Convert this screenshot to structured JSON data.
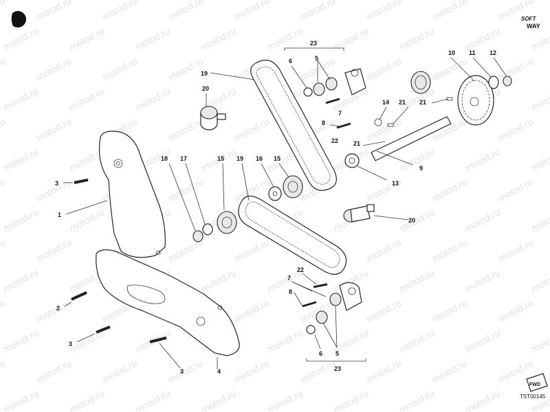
{
  "brand": {
    "line1": "SOFT",
    "line2": "WAY"
  },
  "watermark": "motod.ru",
  "drawing_code": "TST00145",
  "fwd_label": "FWD",
  "part_labels": [
    {
      "id": "p23t",
      "text": "23"
    },
    {
      "id": "p6t",
      "text": "6"
    },
    {
      "id": "p5t",
      "text": "5"
    },
    {
      "id": "p19t",
      "text": "19"
    },
    {
      "id": "p20t",
      "text": "20"
    },
    {
      "id": "p10",
      "text": "10"
    },
    {
      "id": "p11",
      "text": "11"
    },
    {
      "id": "p12",
      "text": "12"
    },
    {
      "id": "p7t",
      "text": "7"
    },
    {
      "id": "p8t",
      "text": "8"
    },
    {
      "id": "p14",
      "text": "14"
    },
    {
      "id": "p21a",
      "text": "21"
    },
    {
      "id": "p21b",
      "text": "21"
    },
    {
      "id": "p21c",
      "text": "21"
    },
    {
      "id": "p22t",
      "text": "22"
    },
    {
      "id": "p9",
      "text": "9"
    },
    {
      "id": "p13",
      "text": "13"
    },
    {
      "id": "p18",
      "text": "18"
    },
    {
      "id": "p17",
      "text": "17"
    },
    {
      "id": "p15a",
      "text": "15"
    },
    {
      "id": "p19m",
      "text": "19"
    },
    {
      "id": "p16",
      "text": "16"
    },
    {
      "id": "p15b",
      "text": "15"
    },
    {
      "id": "p3a",
      "text": "3"
    },
    {
      "id": "p1",
      "text": "1"
    },
    {
      "id": "p20m",
      "text": "20"
    },
    {
      "id": "p22b",
      "text": "22"
    },
    {
      "id": "p7b",
      "text": "7"
    },
    {
      "id": "p8b",
      "text": "8"
    },
    {
      "id": "p2",
      "text": "2"
    },
    {
      "id": "p3b",
      "text": "3"
    },
    {
      "id": "p3c",
      "text": "3"
    },
    {
      "id": "p4",
      "text": "4"
    },
    {
      "id": "p6b",
      "text": "6"
    },
    {
      "id": "p5b",
      "text": "5"
    },
    {
      "id": "p23b",
      "text": "23"
    }
  ]
}
